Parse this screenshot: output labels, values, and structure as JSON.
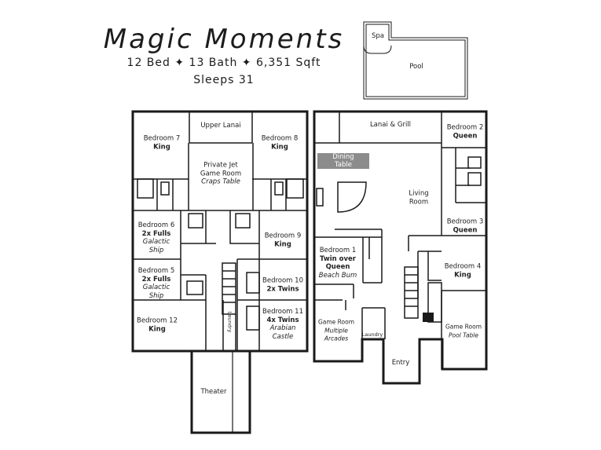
{
  "header": {
    "title": "Magic Moments",
    "stats": "12 Bed ✦ 13 Bath ✦ 6,351 Sqft",
    "sleeps": "Sleeps 31"
  },
  "pool_area": {
    "spa": "Spa",
    "pool": "Pool"
  },
  "upstairs": {
    "upper_lanai": "Upper Lanai",
    "bedroom7": {
      "name": "Bedroom 7",
      "bed": "King"
    },
    "bedroom8": {
      "name": "Bedroom 8",
      "bed": "King"
    },
    "game_room": {
      "line1": "Private Jet",
      "line2": "Game Room",
      "feature": "Craps Table"
    },
    "bedroom6": {
      "name": "Bedroom 6",
      "bed": "2x Fulls",
      "theme1": "Galactic",
      "theme2": "Ship"
    },
    "bedroom5": {
      "name": "Bedroom 5",
      "bed": "2x Fulls",
      "theme1": "Galactic",
      "theme2": "Ship"
    },
    "bedroom9": {
      "name": "Bedroom 9",
      "bed": "King"
    },
    "bedroom10": {
      "name": "Bedroom 10",
      "bed": "2x Twins"
    },
    "bedroom11": {
      "name": "Bedroom 11",
      "bed": "4x Twins",
      "theme1": "Arabian",
      "theme2": "Castle"
    },
    "bedroom12": {
      "name": "Bedroom 12",
      "bed": "King"
    },
    "laundry": "Laundry",
    "theater": "Theater"
  },
  "downstairs": {
    "lanai_grill": "Lanai & Grill",
    "dining": {
      "line1": "Dining",
      "line2": "Table"
    },
    "living": {
      "line1": "Living",
      "line2": "Room"
    },
    "bedroom2": {
      "name": "Bedroom 2",
      "bed": "Queen"
    },
    "bedroom3": {
      "name": "Bedroom 3",
      "bed": "Queen"
    },
    "bedroom1": {
      "name": "Bedroom 1",
      "bed1": "Twin over",
      "bed2": "Queen",
      "theme": "Beach Bum"
    },
    "bedroom4": {
      "name": "Bedroom 4",
      "bed": "King"
    },
    "game_room_arcade": {
      "name": "Game Room",
      "feature1": "Multiple",
      "feature2": "Arcades"
    },
    "game_room_pool": {
      "name": "Game Room",
      "feature": "Pool Table"
    },
    "laundry": "Laundry",
    "entry": "Entry"
  }
}
